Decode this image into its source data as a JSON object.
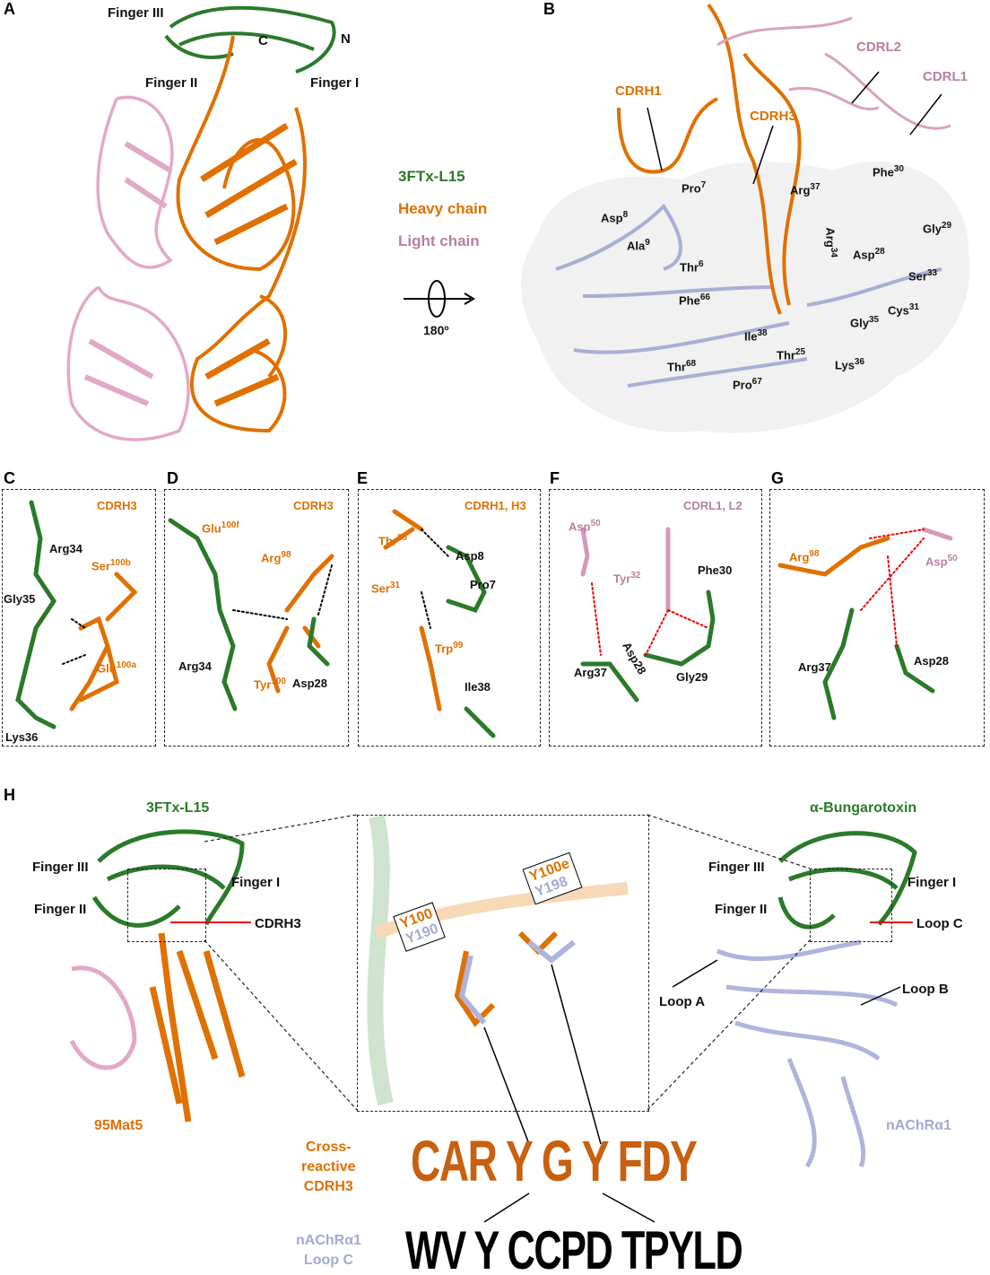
{
  "panels": {
    "a": "A",
    "b": "B",
    "c": "C",
    "d": "D",
    "e": "E",
    "f": "F",
    "g": "G",
    "h": "H"
  },
  "panel_a": {
    "finger_iii": "Finger III",
    "finger_ii": "Finger II",
    "finger_i": "Finger I",
    "c_term": "C",
    "n_term": "N"
  },
  "legend": {
    "toxin": "3FTx-L15",
    "heavy": "Heavy chain",
    "light": "Light chain",
    "rotation": "180º"
  },
  "panel_b": {
    "cdrh1": "CDRH1",
    "cdrh3": "CDRH3",
    "cdrl2": "CDRL2",
    "cdrl1": "CDRL1",
    "residues": [
      {
        "name": "Asp",
        "num": "8"
      },
      {
        "name": "Pro",
        "num": "7"
      },
      {
        "name": "Ala",
        "num": "9"
      },
      {
        "name": "Thr",
        "num": "6"
      },
      {
        "name": "Arg",
        "num": "37"
      },
      {
        "name": "Phe",
        "num": "30"
      },
      {
        "name": "Gly",
        "num": "29"
      },
      {
        "name": "Arg",
        "num": "34"
      },
      {
        "name": "Asp",
        "num": "28"
      },
      {
        "name": "Ser",
        "num": "33"
      },
      {
        "name": "Cys",
        "num": "31"
      },
      {
        "name": "Gly",
        "num": "35"
      },
      {
        "name": "Phe",
        "num": "66"
      },
      {
        "name": "Ile",
        "num": "38"
      },
      {
        "name": "Thr",
        "num": "25"
      },
      {
        "name": "Lys",
        "num": "36"
      },
      {
        "name": "Thr",
        "num": "68"
      },
      {
        "name": "Pro",
        "num": "67"
      }
    ]
  },
  "panel_c": {
    "title": "CDRH3",
    "arg34": "Arg34",
    "gly35": "Gly35",
    "lys36": "Lys36",
    "ser": "Ser",
    "ser_sup": "100b",
    "glu": "Glu",
    "glu_sup": "100a"
  },
  "panel_d": {
    "title": "CDRH3",
    "glu": "Glu",
    "glu_sup": "100f",
    "arg": "Arg",
    "arg_sup": "98",
    "arg34": "Arg34",
    "tyr": "Tyr",
    "tyr_sup": "100",
    "asp28": "Asp28"
  },
  "panel_e": {
    "title": "CDRH1, H3",
    "thr": "Thr",
    "thr_sup": "28",
    "ser": "Ser",
    "ser_sup": "31",
    "asp8": "Asp8",
    "pro7": "Pro7",
    "trp": "Trp",
    "trp_sup": "99",
    "ile38": "Ile38"
  },
  "panel_f": {
    "title": "CDRL1, L2",
    "asp": "Asp",
    "asp_sup": "50",
    "tyr": "Tyr",
    "tyr_sup": "32",
    "phe30": "Phe30",
    "arg37": "Arg37",
    "asp28": "Asp28",
    "gly29": "Gly29"
  },
  "panel_g": {
    "arg": "Arg",
    "arg_sup": "98",
    "asp": "Asp",
    "asp_sup": "50",
    "arg37": "Arg37",
    "asp28": "Asp28"
  },
  "panel_h": {
    "left_title": "3FTx-L15",
    "finger_iii": "Finger III",
    "finger_ii": "Finger II",
    "finger_i": "Finger I",
    "cdrh3": "CDRH3",
    "antibody": "95Mat5",
    "right_title": "α-Bungarotoxin",
    "r_finger_iii": "Finger III",
    "r_finger_ii": "Finger II",
    "r_finger_i": "Finger I",
    "loop_c": "Loop C",
    "loop_a": "Loop A",
    "loop_b": "Loop B",
    "receptor": "nAChRα1",
    "inset_y100": "Y100",
    "inset_y190": "Y190",
    "inset_y100e": "Y100e",
    "inset_y198": "Y198",
    "logo1_label": [
      "Cross-",
      "reactive",
      "CDRH3"
    ],
    "logo2_label": [
      "nAChRα1",
      "Loop C"
    ],
    "logo1_seq": "CAR Y G Y FDY",
    "logo2_seq": "WV Y CCPD TPYLD"
  },
  "colors": {
    "toxin": "#2a7a2a",
    "heavy": "#e07000",
    "light": "#e2a9c6",
    "receptor": "#b0b4dc"
  }
}
